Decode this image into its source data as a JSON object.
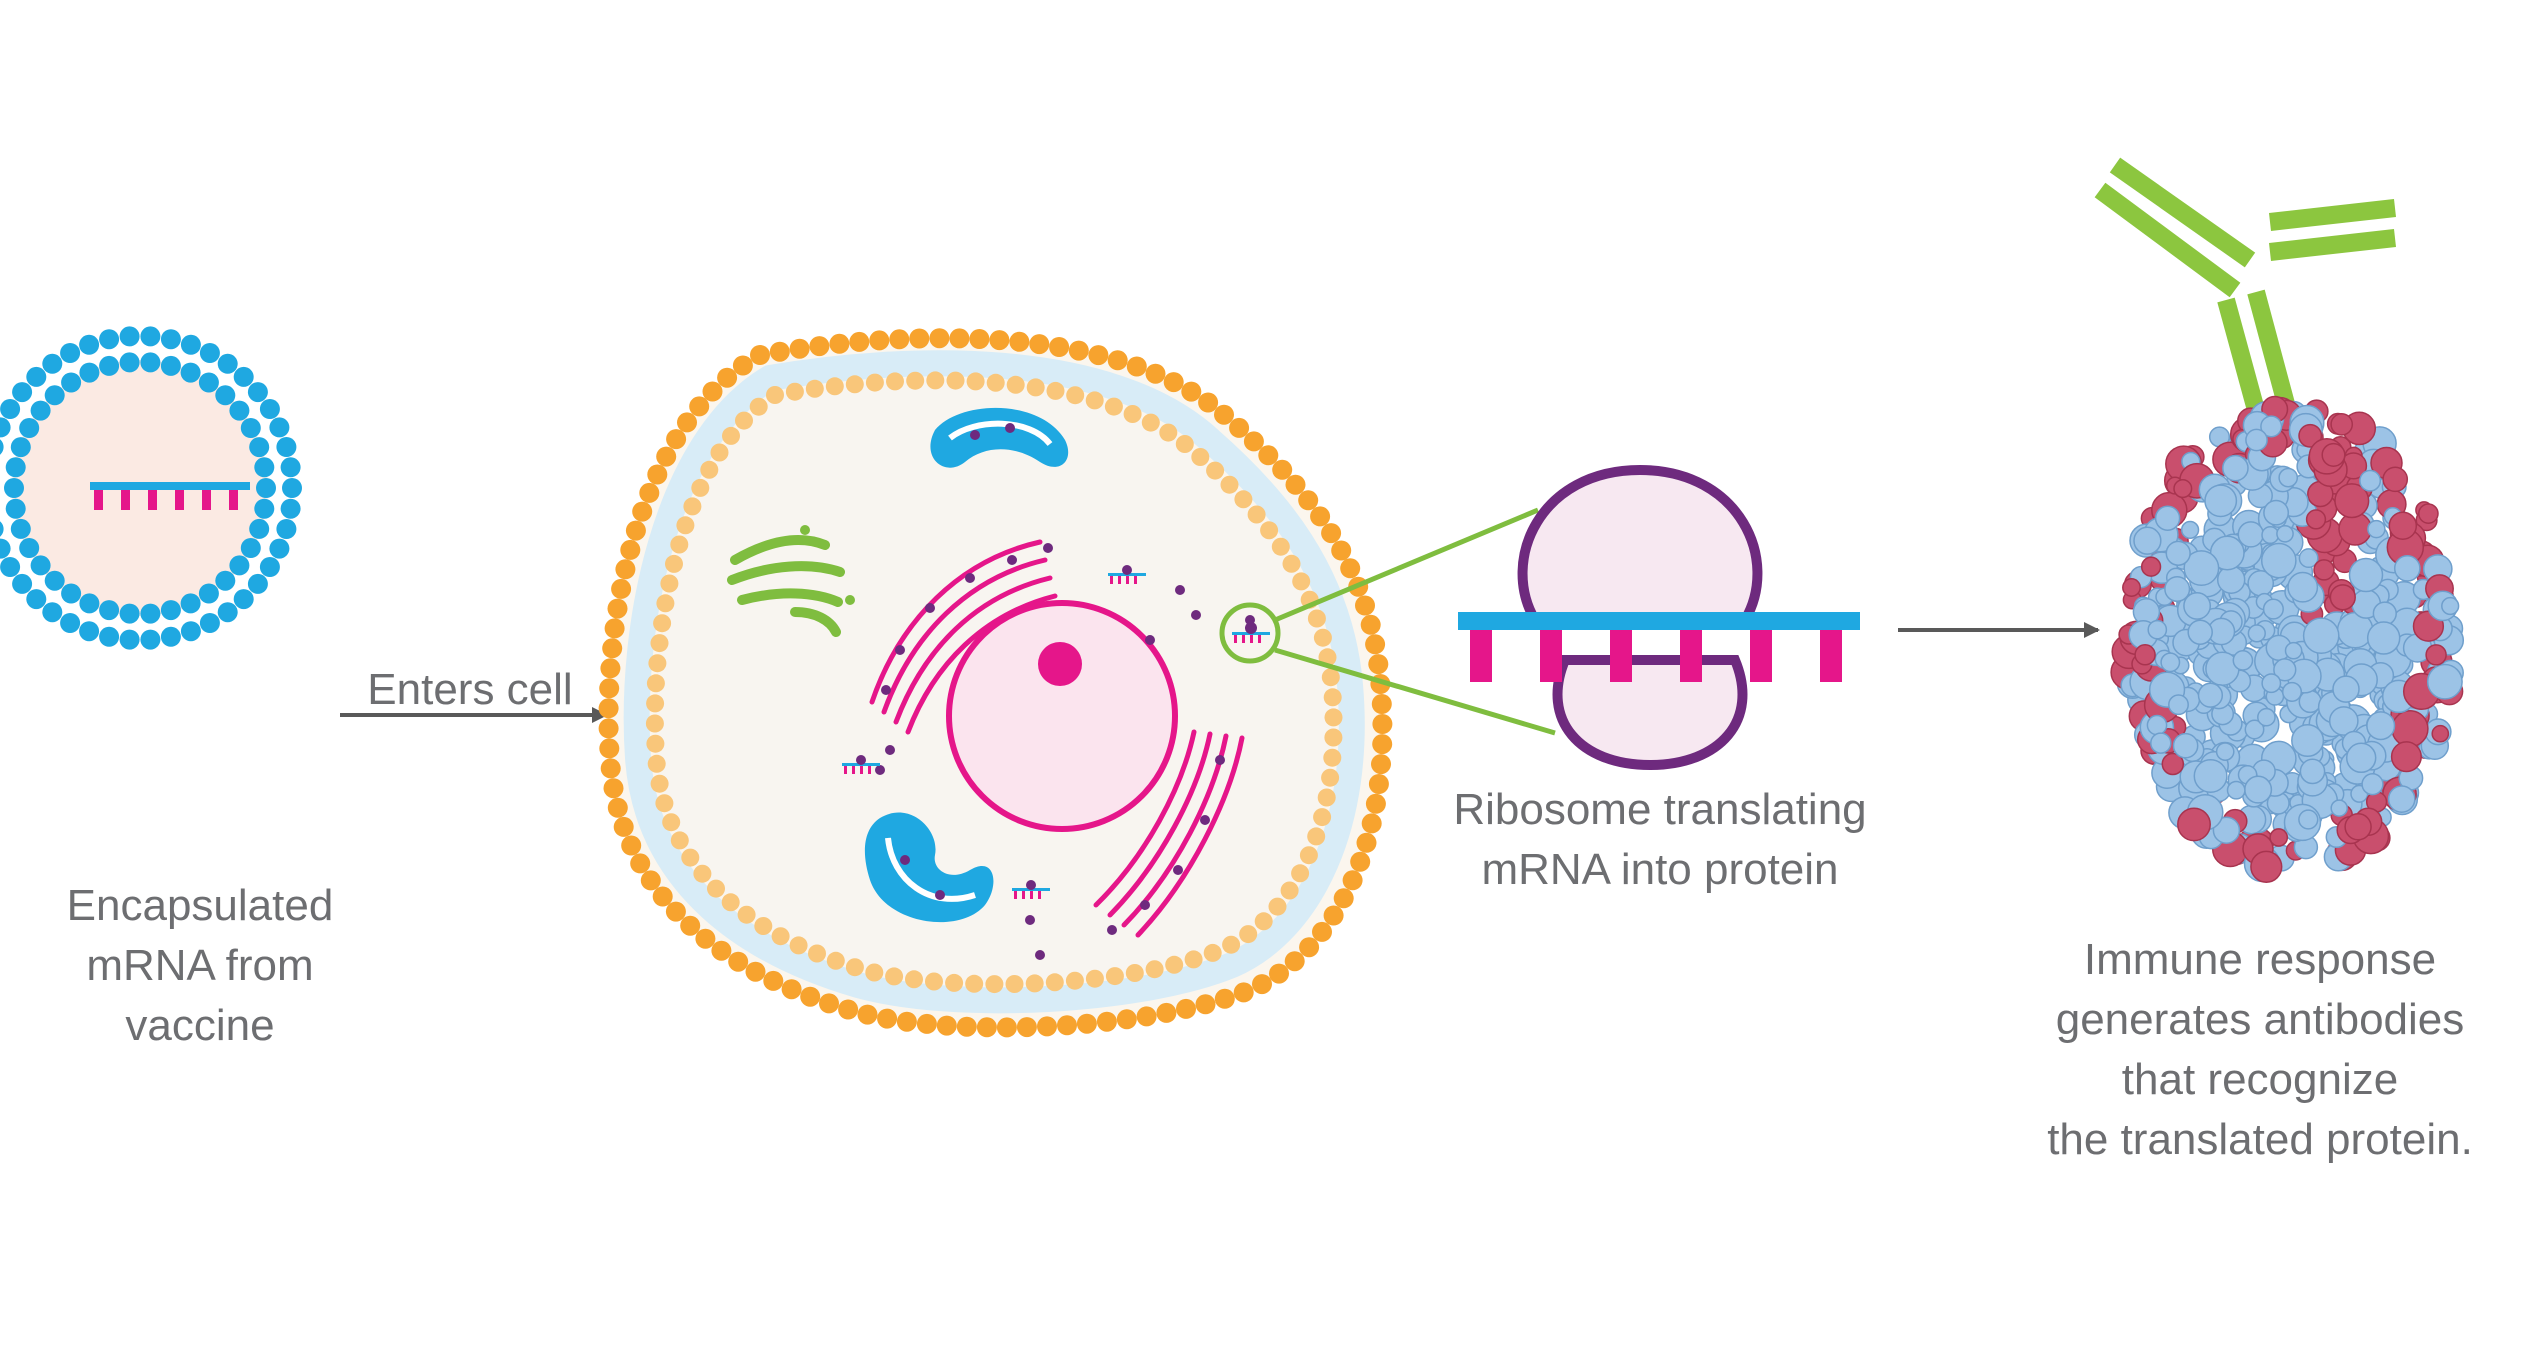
{
  "labels": {
    "vesicle": [
      "Encapsulated",
      "mRNA from",
      "vaccine"
    ],
    "enters_cell": "Enters cell",
    "ribosome": [
      "Ribosome translating",
      "mRNA into protein"
    ],
    "immune": [
      "Immune response",
      "generates antibodies",
      "that recognize",
      "the translated protein."
    ]
  },
  "colors": {
    "lipid_blue": "#1fa8e1",
    "mrna_pink": "#e5168a",
    "membrane_orange": "#f7a32e",
    "membrane_light": "#f9c67a",
    "cytoplasm": "#f8f5f0",
    "nucleus_fill": "#fbe4ee",
    "mito_blue": "#1fa8e1",
    "golgi_green": "#7fbd3f",
    "ribosome_purple": "#6e2a7e",
    "ribosome_fill": "#f7e8f1",
    "antibody_green": "#8cc63f",
    "protein_blue": "#9cc3e6",
    "protein_red": "#c94f6d",
    "text_gray": "#6d6e71",
    "arrow_gray": "#595959"
  },
  "icons": [
    "lipid-vesicle-icon",
    "cell-icon",
    "ribosome-icon",
    "antibody-icon",
    "protein-icon"
  ]
}
